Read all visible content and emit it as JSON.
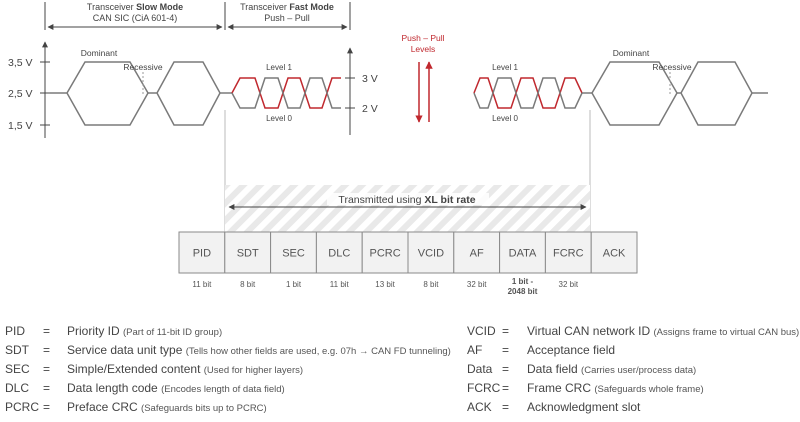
{
  "header": {
    "slow_prefix": "Transceiver ",
    "slow_bold": "Slow Mode",
    "slow_sub": "CAN SIC (CiA 601-4)",
    "fast_prefix": "Transceiver ",
    "fast_bold": "Fast Mode",
    "fast_sub": "Push – Pull"
  },
  "voltage_axis": [
    "3,5 V",
    "2,5 V",
    "1,5 V"
  ],
  "signal_labels": {
    "dominant": "Dominant",
    "recessive": "Recessive",
    "level1": "Level 1",
    "level0": "Level 0"
  },
  "fast_levels": [
    "3 V",
    "2 V"
  ],
  "push_pull": [
    "Push – Pull",
    "Levels"
  ],
  "xl_band": {
    "prefix": "Transmitted using ",
    "bold": "XL bit rate"
  },
  "frame": {
    "fields": [
      "PID",
      "SDT",
      "SEC",
      "DLC",
      "PCRC",
      "VCID",
      "AF",
      "DATA",
      "FCRC",
      "ACK"
    ],
    "sizes": [
      "11 bit",
      "8 bit",
      "1 bit",
      "11 bit",
      "13 bit",
      "8 bit",
      "32 bit",
      [
        "1 bit -",
        "2048 bit"
      ],
      "32 bit",
      ""
    ]
  },
  "legend_left": [
    {
      "abbr": "PID",
      "name": "Priority ID",
      "note": "(Part of 11-bit ID group)"
    },
    {
      "abbr": "SDT",
      "name": "Service data unit type",
      "note": "(Tells how other fields are used, e.g. 07h → CAN FD tunneling)"
    },
    {
      "abbr": "SEC",
      "name": "Simple/Extended content",
      "note": "(Used for higher layers)"
    },
    {
      "abbr": "DLC",
      "name": "Data length code",
      "note": "(Encodes length of data field)"
    },
    {
      "abbr": "PCRC",
      "name": "Preface CRC",
      "note": "(Safeguards bits up to PCRC)"
    }
  ],
  "legend_right": [
    {
      "abbr": "VCID",
      "name": "Virtual CAN network ID",
      "note": "(Assigns frame to virtual CAN bus)"
    },
    {
      "abbr": "AF",
      "name": "Acceptance field",
      "note": ""
    },
    {
      "abbr": "Data",
      "name": "Data field",
      "note": "(Carries user/process data)"
    },
    {
      "abbr": "FCRC",
      "name": "Frame CRC",
      "note": "(Safeguards whole frame)"
    },
    {
      "abbr": "ACK",
      "name": "Acknowledgment slot",
      "note": ""
    }
  ],
  "equals": "=",
  "colors": {
    "accent_red": "#c0282e",
    "line_gray": "#7a7a7a",
    "field_fill": "#f2f2f2",
    "hatch": "#e6e6e6"
  }
}
